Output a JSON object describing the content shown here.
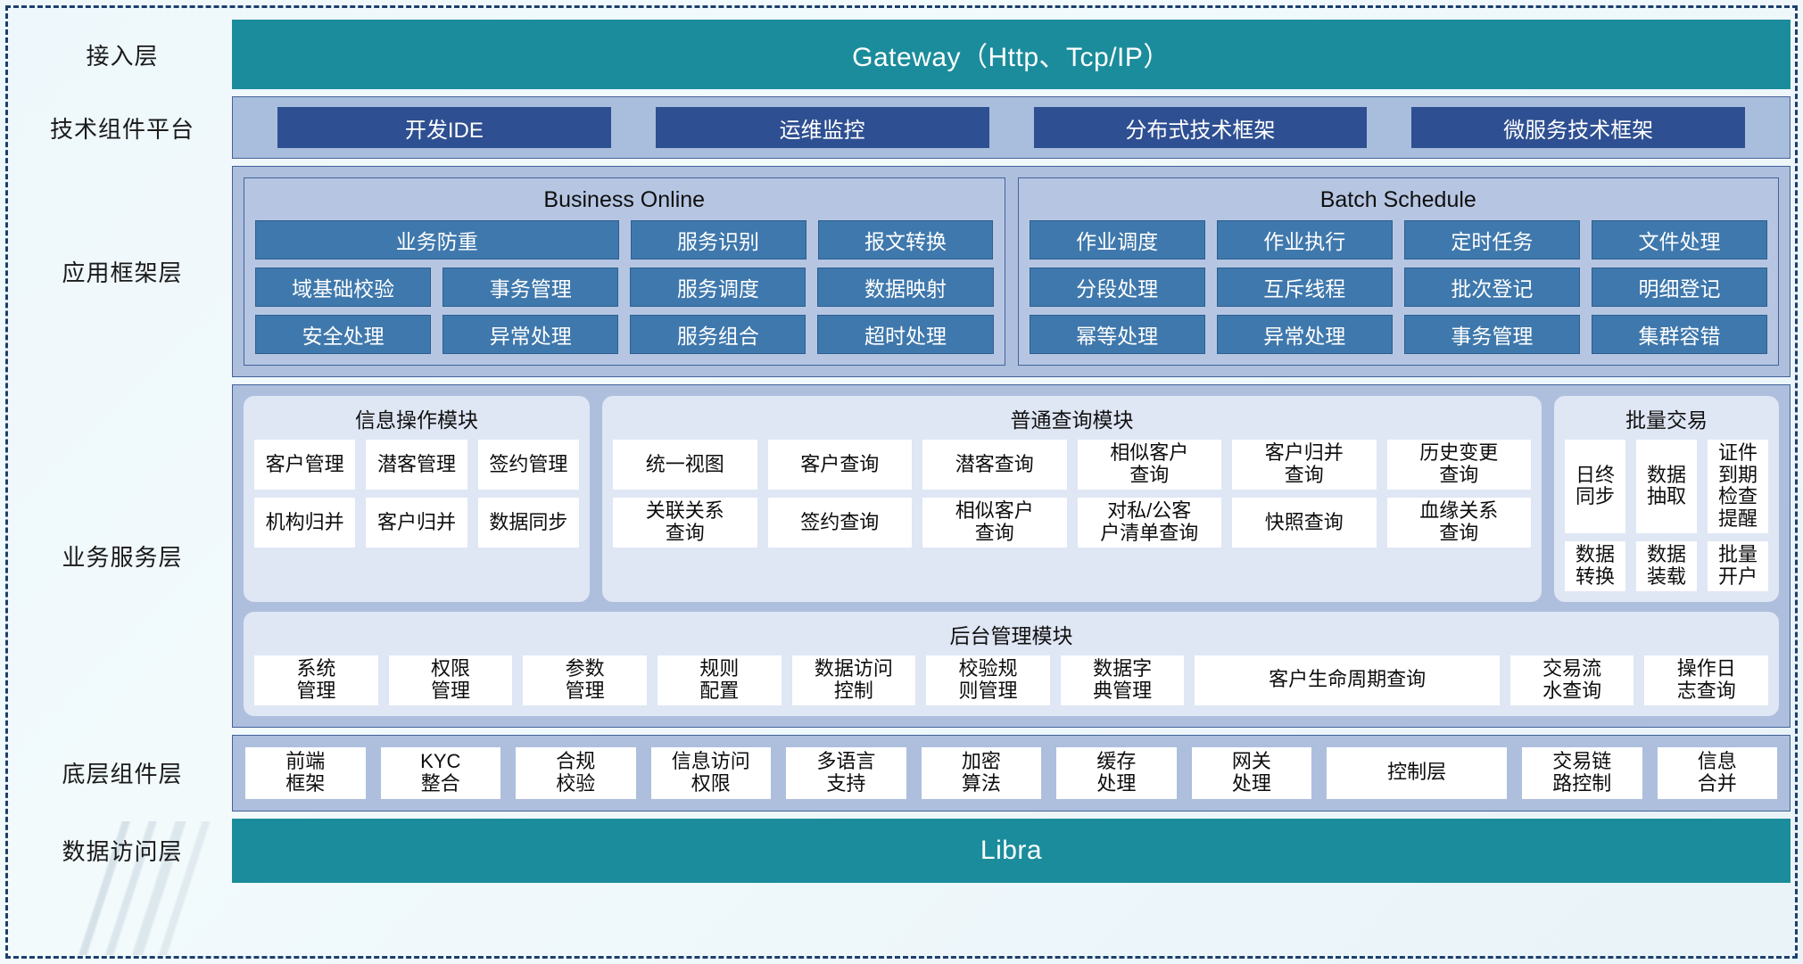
{
  "layers": [
    {
      "label": "接入层"
    },
    {
      "label": "技术组件平台"
    },
    {
      "label": "应用框架层"
    },
    {
      "label": "业务服务层"
    },
    {
      "label": "底层组件层"
    },
    {
      "label": "数据访问层"
    }
  ],
  "access_layer": {
    "title": "Gateway（Http、Tcp/IP）"
  },
  "tech_platform": {
    "chips": [
      "开发IDE",
      "运维监控",
      "分布式技术框架",
      "微服务技术框架"
    ]
  },
  "app_framework": {
    "business_online": {
      "title": "Business Online",
      "rows": [
        [
          "业务防重",
          "服务识别",
          "报文转换"
        ],
        [
          "域基础校验",
          "事务管理",
          "服务调度",
          "数据映射"
        ],
        [
          "安全处理",
          "异常处理",
          "服务组合",
          "超时处理"
        ]
      ]
    },
    "batch_schedule": {
      "title": "Batch Schedule",
      "rows": [
        [
          "作业调度",
          "作业执行",
          "定时任务",
          "文件处理"
        ],
        [
          "分段处理",
          "互斥线程",
          "批次登记",
          "明细登记"
        ],
        [
          "幂等处理",
          "异常处理",
          "事务管理",
          "集群容错"
        ]
      ]
    }
  },
  "business_service": {
    "info_module": {
      "title": "信息操作模块",
      "rows": [
        [
          "客户管理",
          "潜客管理",
          "签约管理"
        ],
        [
          "机构归并",
          "客户归并",
          "数据同步"
        ]
      ]
    },
    "query_module": {
      "title": "普通查询模块",
      "rows": [
        [
          "统一视图",
          "客户查询",
          "潜客查询",
          "相似客户\n查询",
          "客户归并\n查询",
          "历史变更\n查询"
        ],
        [
          "关联关系\n查询",
          "签约查询",
          "相似客户\n查询",
          "对私/公客\n户清单查询",
          "快照查询",
          "血缘关系\n查询"
        ]
      ]
    },
    "batch_module": {
      "title": "批量交易",
      "rows": [
        [
          "日终\n同步",
          "数据\n抽取",
          "证件到期\n检查提醒"
        ],
        [
          "数据\n转换",
          "数据\n装载",
          "批量\n开户"
        ]
      ]
    },
    "backend_module": {
      "title": "后台管理模块",
      "tiles": [
        "系统\n管理",
        "权限\n管理",
        "参数\n管理",
        "规则\n配置",
        "数据访问\n控制",
        "校验规\n则管理",
        "数据字\n典管理",
        "客户生命周期查询",
        "交易流\n水查询",
        "操作日\n志查询"
      ],
      "wide_index": 7
    }
  },
  "component_layer": {
    "tiles": [
      "前端\n框架",
      "KYC\n整合",
      "合规\n校验",
      "信息访问\n权限",
      "多语言\n支持",
      "加密\n算法",
      "缓存\n处理",
      "网关\n处理",
      "控制层",
      "交易链\n路控制",
      "信息\n合并"
    ],
    "wide_index": 8
  },
  "data_layer": {
    "title": "Libra"
  },
  "colors": {
    "teal": "#1b8c9b",
    "navy_chip": "#2e4f91",
    "band": "#aebfdd",
    "group": "#b6c6e2",
    "blue_tile": "#3f78ac",
    "svc_group": "#dfe6f4",
    "frame": "#1c3f6e"
  }
}
